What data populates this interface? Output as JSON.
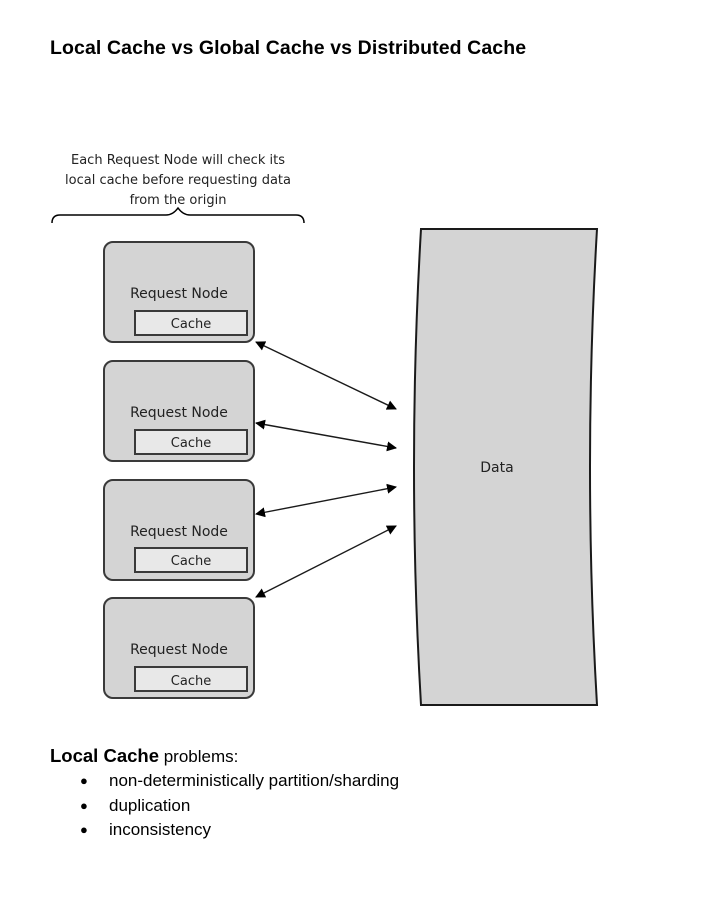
{
  "title": "Local Cache vs Global Cache vs Distributed Cache",
  "diagram": {
    "annotation_lines": [
      "Each Request Node will check its",
      "local cache before requesting data",
      "from the origin"
    ],
    "nodes": [
      {
        "label": "Request Node",
        "cache_label": "Cache"
      },
      {
        "label": "Request Node",
        "cache_label": "Cache"
      },
      {
        "label": "Request Node",
        "cache_label": "Cache"
      },
      {
        "label": "Request Node",
        "cache_label": "Cache"
      }
    ],
    "data_store_label": "Data",
    "colors": {
      "node_fill": "#d4d4d4",
      "cache_fill": "#e8e8e8",
      "data_fill": "#d4d4d4",
      "stroke": "#3a3a3a"
    }
  },
  "problems": {
    "heading_strong": "Local Cache",
    "heading_rest": " problems:",
    "items": [
      "non-deterministically partition/sharding",
      "duplication",
      "inconsistency"
    ]
  }
}
